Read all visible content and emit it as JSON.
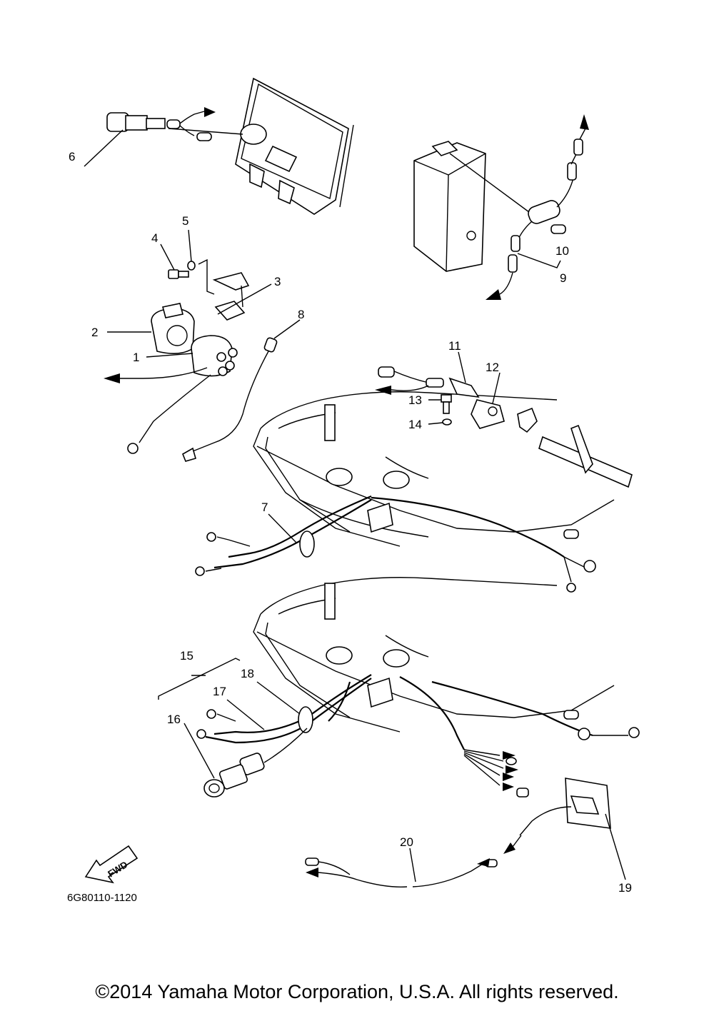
{
  "callouts": [
    "1",
    "2",
    "3",
    "4",
    "5",
    "6",
    "7",
    "8",
    "9",
    "10",
    "11",
    "12",
    "13",
    "14",
    "15",
    "16",
    "17",
    "18",
    "19",
    "20"
  ],
  "fwd_label": "FWD",
  "diagram_code": "6G80110-1120",
  "copyright": "©2014 Yamaha Motor Corporation, U.S.A. All rights reserved."
}
